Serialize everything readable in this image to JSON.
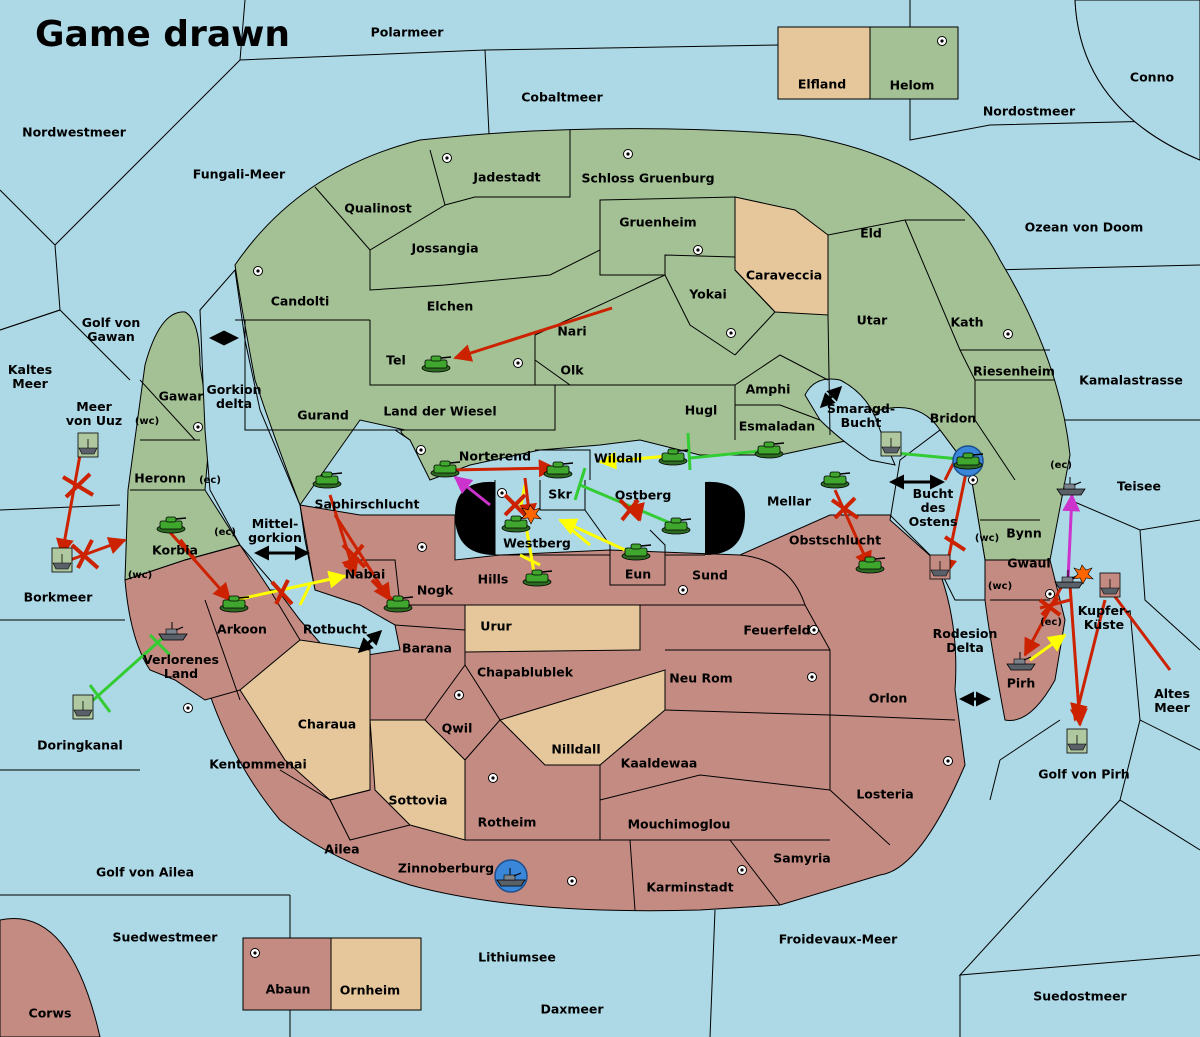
{
  "title": "Game drawn",
  "colors": {
    "sea": "#add8e6",
    "power_green": "#a3c195",
    "power_red": "#c48b82",
    "neutral": "#e6c79c",
    "order_hold": "#ffff00",
    "order_support": "#33cc33",
    "order_move": "#cc2200",
    "order_convoy": "#cc33cc"
  },
  "territories": {
    "polarmeer": "Polarmeer",
    "cobaltmeer": "Cobaltmeer",
    "elfland": "Elfland",
    "helom": "Helom",
    "conno": "Conno",
    "nordostmeer": "Nordostmeer",
    "nordwestmeer": "Nordwestmeer",
    "fungali_meer": "Fungali-Meer",
    "jadestadt": "Jadestadt",
    "schloss_gruenburg": "Schloss Gruenburg",
    "qualinost": "Qualinost",
    "gruenheim": "Gruenheim",
    "eld": "Eld",
    "ozean_von_doom": "Ozean von Doom",
    "jossangia": "Jossangia",
    "caraveccia": "Caraveccia",
    "candolti": "Candolti",
    "yokai": "Yokai",
    "utar": "Utar",
    "kath": "Kath",
    "elchen": "Elchen",
    "nari": "Nari",
    "golf_von_gawan": "Golf von Gawan",
    "kaltes_meer": "Kaltes Meer",
    "tel": "Tel",
    "olk": "Olk",
    "riesenheim": "Riesenheim",
    "kamalastrasse": "Kamalastrasse",
    "amphi": "Amphi",
    "gawar": "Gawar",
    "gorkion_delta": "Gorkion delta",
    "meer_von_uuz": "Meer von Uuz",
    "gurand": "Gurand",
    "land_der_wiesel": "Land der Wiesel",
    "hugl": "Hugl",
    "smaragd_bucht": "Smaragd-Bucht",
    "bridon": "Bridon",
    "esmaladan": "Esmaladan",
    "heronn": "Heronn",
    "norterend": "Norterend",
    "wildall": "Wildall",
    "teisee": "Teisee",
    "skr": "Skr",
    "ostberg": "Ostberg",
    "mellar": "Mellar",
    "saphirschlucht": "Saphirschlucht",
    "mittelgorkion": "Mittel-gorkion",
    "bucht_des_ostens": "Bucht des Ostens",
    "bynn": "Bynn",
    "korbia": "Korbia",
    "westberg": "Westberg",
    "obstschlucht": "Obstschlucht",
    "gwaul": "Gwaul",
    "nabai": "Nabai",
    "hills": "Hills",
    "eun": "Eun",
    "sund": "Sund",
    "borkmeer": "Borkmeer",
    "nogk": "Nogk",
    "kupferkueste": "Kupfer-Küste",
    "arkoon": "Arkoon",
    "urur": "Urur",
    "feuerfeld": "Feuerfeld",
    "rotbucht": "Rotbucht",
    "rodesion_delta": "Rodesion Delta",
    "verlorenes_land": "Verlorenes Land",
    "barana": "Barana",
    "chapablublek": "Chapablublek",
    "pirh": "Pirh",
    "neu_rom": "Neu Rom",
    "orlon": "Orlon",
    "altes_meer": "Altes Meer",
    "charaua": "Charaua",
    "qwil": "Qwil",
    "nilldall": "Nilldall",
    "doringkanal": "Doringkanal",
    "kaaldewaa": "Kaaldewaa",
    "kentommenai": "Kentommenai",
    "golf_von_pirh": "Golf von Pirh",
    "losteria": "Losteria",
    "sottovia": "Sottovia",
    "rotheim": "Rotheim",
    "mouchimoglou": "Mouchimoglou",
    "ailea": "Ailea",
    "samyria": "Samyria",
    "zinnoberburg": "Zinnoberburg",
    "karminstadt": "Karminstadt",
    "golf_von_ailea": "Golf von Ailea",
    "suedwestmeer": "Suedwestmeer",
    "froidevaux_meer": "Froidevaux-Meer",
    "lithiumsee": "Lithiumsee",
    "abaun": "Abaun",
    "ornheim": "Ornheim",
    "suedostmeer": "Suedostmeer",
    "daxmeer": "Daxmeer",
    "corws": "Corws"
  },
  "coast_markers": {
    "wc": "(wc)",
    "ec": "(ec)"
  },
  "icons": {
    "army": "tank-icon",
    "fleet": "ship-icon",
    "supply_center": "supply-center-icon",
    "dislodged": "blue-circle-icon",
    "burst": "explosion-icon"
  }
}
